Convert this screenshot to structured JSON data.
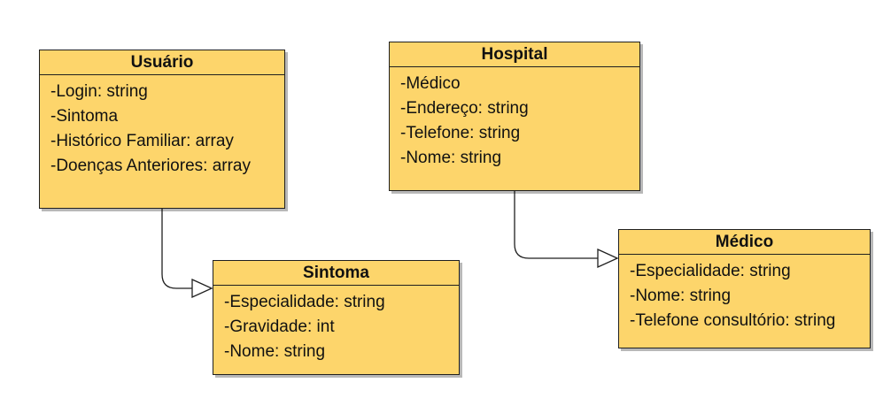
{
  "diagram": {
    "classes": [
      {
        "id": "usuario",
        "name": "Usuário",
        "attributes": [
          "-Login: string",
          "-Sintoma",
          "-Histórico Familiar: array",
          "-Doenças Anteriores: array"
        ]
      },
      {
        "id": "hospital",
        "name": "Hospital",
        "attributes": [
          "-Médico",
          "-Endereço: string",
          "-Telefone: string",
          "-Nome: string"
        ]
      },
      {
        "id": "sintoma",
        "name": "Sintoma",
        "attributes": [
          "-Especialidade: string",
          "-Gravidade: int",
          "-Nome: string"
        ]
      },
      {
        "id": "medico",
        "name": "Médico",
        "attributes": [
          "-Especialidade: string",
          "-Nome: string",
          "-Telefone consultório: string"
        ]
      }
    ],
    "relations": [
      {
        "from": "usuario",
        "to": "sintoma",
        "arrow": "hollow-triangle"
      },
      {
        "from": "hospital",
        "to": "medico",
        "arrow": "hollow-triangle"
      }
    ]
  }
}
